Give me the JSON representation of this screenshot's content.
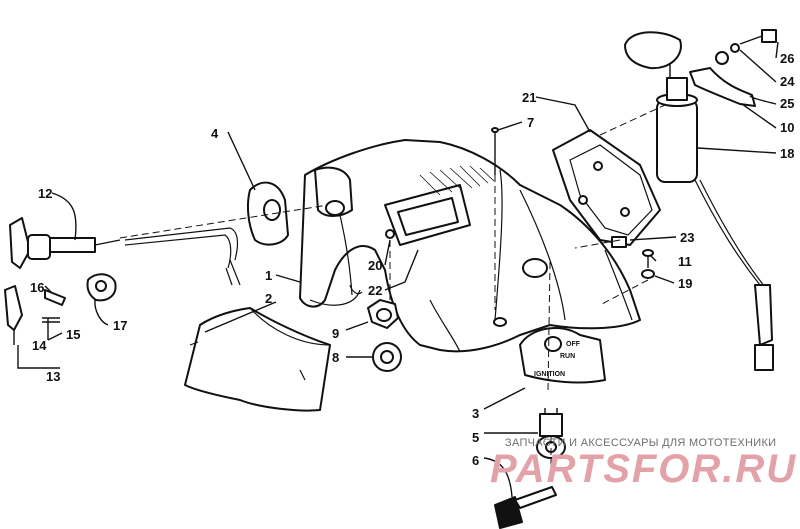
{
  "callouts": [
    {
      "id": "c1",
      "label": "1"
    },
    {
      "id": "c2",
      "label": "2"
    },
    {
      "id": "c3",
      "label": "3"
    },
    {
      "id": "c4",
      "label": "4"
    },
    {
      "id": "c5",
      "label": "5"
    },
    {
      "id": "c6",
      "label": "6"
    },
    {
      "id": "c7",
      "label": "7"
    },
    {
      "id": "c8",
      "label": "8"
    },
    {
      "id": "c9",
      "label": "9"
    },
    {
      "id": "c10",
      "label": "10"
    },
    {
      "id": "c11",
      "label": "11"
    },
    {
      "id": "c12",
      "label": "12"
    },
    {
      "id": "c13",
      "label": "13"
    },
    {
      "id": "c14",
      "label": "14"
    },
    {
      "id": "c15",
      "label": "15"
    },
    {
      "id": "c16",
      "label": "16"
    },
    {
      "id": "c17",
      "label": "17"
    },
    {
      "id": "c18",
      "label": "18"
    },
    {
      "id": "c19",
      "label": "19"
    },
    {
      "id": "c20",
      "label": "20"
    },
    {
      "id": "c21",
      "label": "21"
    },
    {
      "id": "c22",
      "label": "22"
    },
    {
      "id": "c23",
      "label": "23"
    },
    {
      "id": "c24",
      "label": "24"
    },
    {
      "id": "c25",
      "label": "25"
    },
    {
      "id": "c26",
      "label": "26"
    }
  ],
  "ignition_dial": {
    "off": "OFF",
    "run": "RUN",
    "ignition": "IGNITION"
  },
  "watermark": {
    "tagline": "ЗАПЧАСТИ И АКСЕССУАРЫ ДЛЯ МОТОТЕХНИКИ",
    "brand": "PARTSFOR.RU",
    "color": "#e2a2a8"
  }
}
